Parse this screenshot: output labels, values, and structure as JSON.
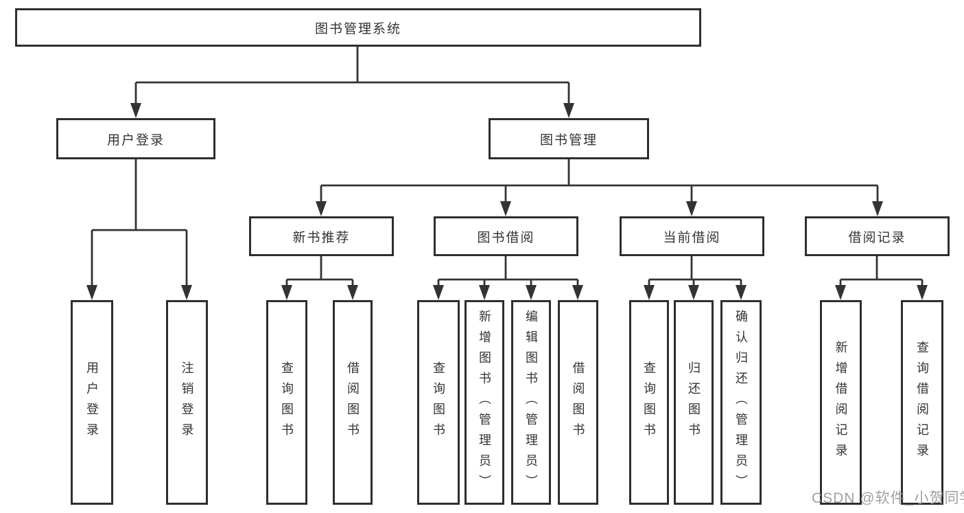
{
  "tree": {
    "root": {
      "label": "图书管理系统"
    },
    "branches": [
      {
        "label": "用户登录",
        "children": [
          {
            "label": "用户登录"
          },
          {
            "label": "注销登录"
          }
        ]
      },
      {
        "label": "图书管理",
        "children": [
          {
            "label": "新书推荐",
            "children": [
              {
                "label": "查询图书"
              },
              {
                "label": "借阅图书"
              }
            ]
          },
          {
            "label": "图书借阅",
            "children": [
              {
                "label": "查询图书"
              },
              {
                "label": "新增图书（管理员）"
              },
              {
                "label": "编辑图书（管理员）"
              },
              {
                "label": "借阅图书"
              }
            ]
          },
          {
            "label": "当前借阅",
            "children": [
              {
                "label": "查询图书"
              },
              {
                "label": "归还图书"
              },
              {
                "label": "确认归还（管理员）"
              }
            ]
          },
          {
            "label": "借阅记录",
            "children": [
              {
                "label": "新增借阅记录"
              },
              {
                "label": "查询借阅记录"
              }
            ]
          }
        ]
      }
    ]
  },
  "watermark": {
    "text": "CSDN @软件_小贺同学"
  },
  "colors": {
    "line": "#333333",
    "box_border": "#2e2e2e",
    "box_fill": "#ffffff",
    "text": "#333333",
    "watermark": "#989898"
  }
}
